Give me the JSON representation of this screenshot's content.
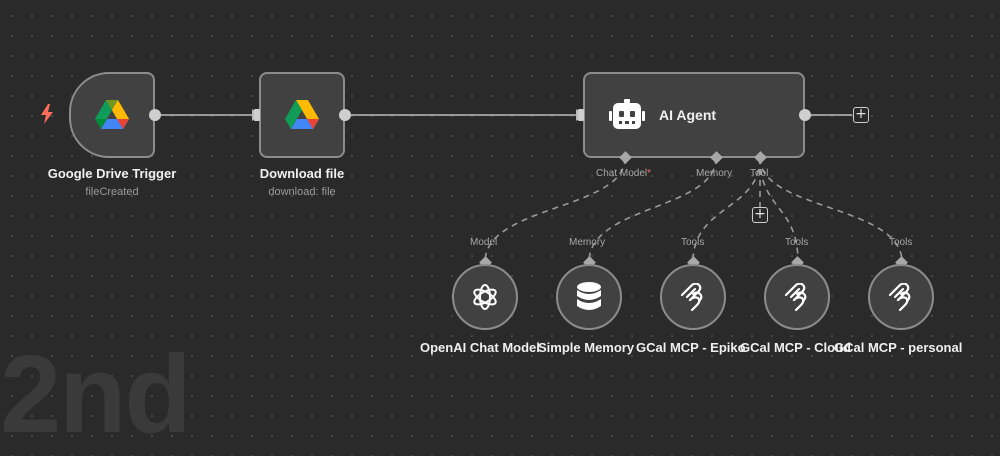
{
  "watermark": "2nd",
  "nodes": {
    "trigger": {
      "title": "Google Drive Trigger",
      "subtitle": "fileCreated",
      "icon": "google-drive-icon"
    },
    "download": {
      "title": "Download file",
      "subtitle": "download: file",
      "icon": "google-drive-icon"
    },
    "agent": {
      "title": "AI Agent",
      "icon": "robot-icon",
      "ports": {
        "chat_model": "Chat Model",
        "required_mark": "*",
        "memory": "Memory",
        "tool": "Tool"
      }
    }
  },
  "subnodes": [
    {
      "port_label": "Model",
      "title": "OpenAI Chat Model",
      "icon": "openai-icon"
    },
    {
      "port_label": "Memory",
      "title": "Simple Memory",
      "icon": "database-icon"
    },
    {
      "port_label": "Tools",
      "title": "GCal MCP - Epiko",
      "icon": "mcp-icon"
    },
    {
      "port_label": "Tools",
      "title": "GCal MCP - Cloud",
      "icon": "mcp-icon"
    },
    {
      "port_label": "Tools",
      "title": "GCal MCP - personal",
      "icon": "mcp-icon"
    }
  ],
  "buttons": {
    "add_after_agent": "+",
    "add_tool": "+"
  },
  "colors": {
    "canvas": "#2a2a2a",
    "node_bg": "#414141",
    "node_border": "#8c8c8c",
    "trigger_bolt": "#ff6d5a"
  }
}
